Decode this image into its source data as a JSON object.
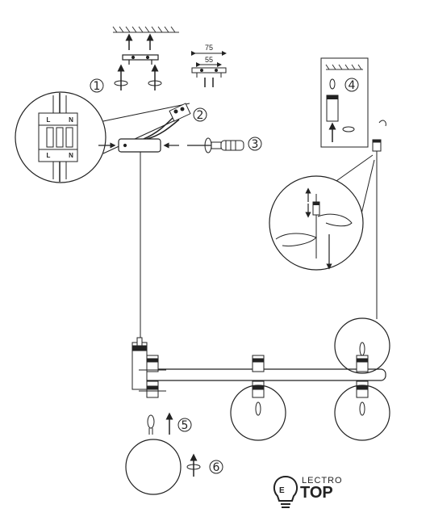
{
  "dimensions": {
    "outer": "75",
    "inner": "55"
  },
  "steps": [
    "1",
    "2",
    "3",
    "4",
    "5",
    "6"
  ],
  "terminal_labels": {
    "top_left": "L",
    "top_right": "N",
    "bottom_left": "L",
    "bottom_right": "N"
  },
  "brand": {
    "small": "LECTRO",
    "big": "TOP"
  }
}
